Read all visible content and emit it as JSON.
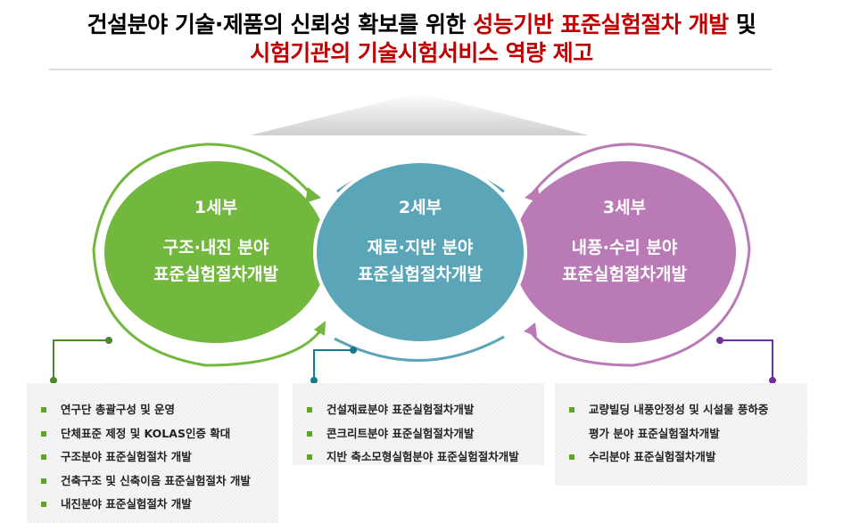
{
  "title": {
    "line1_black": "건설분야 기술·제품의 신뢰성 확보를 위한 ",
    "line1_red": "성능기반 표준실험절차 개발",
    "line1_end": " 및",
    "line2_red": "시험기관의 기술시험서비스 역량 제고"
  },
  "colors": {
    "green": "#72b83e",
    "teal": "#5aa5b8",
    "purple": "#b97ab5",
    "red": "#c00000"
  },
  "circles": [
    {
      "number": "1세부",
      "line1": "구조·내진 분야",
      "line2": "표준실험절차개발"
    },
    {
      "number": "2세부",
      "line1": "재료·지반 분야",
      "line2": "표준실험절차개발"
    },
    {
      "number": "3세부",
      "line1": "내풍·수리 분야",
      "line2": "표준실험절차개발"
    }
  ],
  "boxes": [
    {
      "items": [
        "연구단 총괄구성 및 운영",
        "단체표준 제정 및 KOLAS인증 확대",
        "구조분야 표준실험절차 개발",
        "건축구조 및 신축이음 표준실험절차 개발",
        "내진분야 표준실험절차 개발"
      ]
    },
    {
      "items": [
        "건설재료분야 표준실험절차개발",
        "콘크리트분야 표준실험절차개발",
        "지반 축소모형실험분야 표준실험절차개발"
      ]
    },
    {
      "items": [
        "교량빌딩 내풍안정성 및 시설물 풍하중",
        "수리분야 표준실험절차개발"
      ],
      "continuation": "평가 분야 표준실험절차개발"
    }
  ]
}
